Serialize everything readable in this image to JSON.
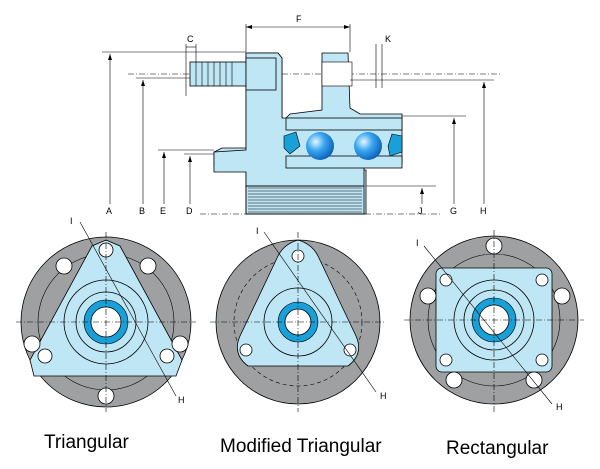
{
  "cross_section": {
    "labels": {
      "A": "A",
      "B": "B",
      "C": "C",
      "D": "D",
      "E": "E",
      "F": "F",
      "G": "G",
      "H": "H",
      "J": "J",
      "K": "K"
    }
  },
  "views": [
    {
      "name": "Triangular",
      "label_I": "I",
      "label_H": "H"
    },
    {
      "name": "Modified Triangular",
      "label_I": "I",
      "label_H": "H"
    },
    {
      "name": "Rectangular",
      "label_I": "I",
      "label_H": "H"
    }
  ],
  "colors": {
    "part": "#bfe6f5",
    "disc": "#9ea0a2",
    "seal": "#1aa0d8",
    "ball": "#1e90ff"
  }
}
